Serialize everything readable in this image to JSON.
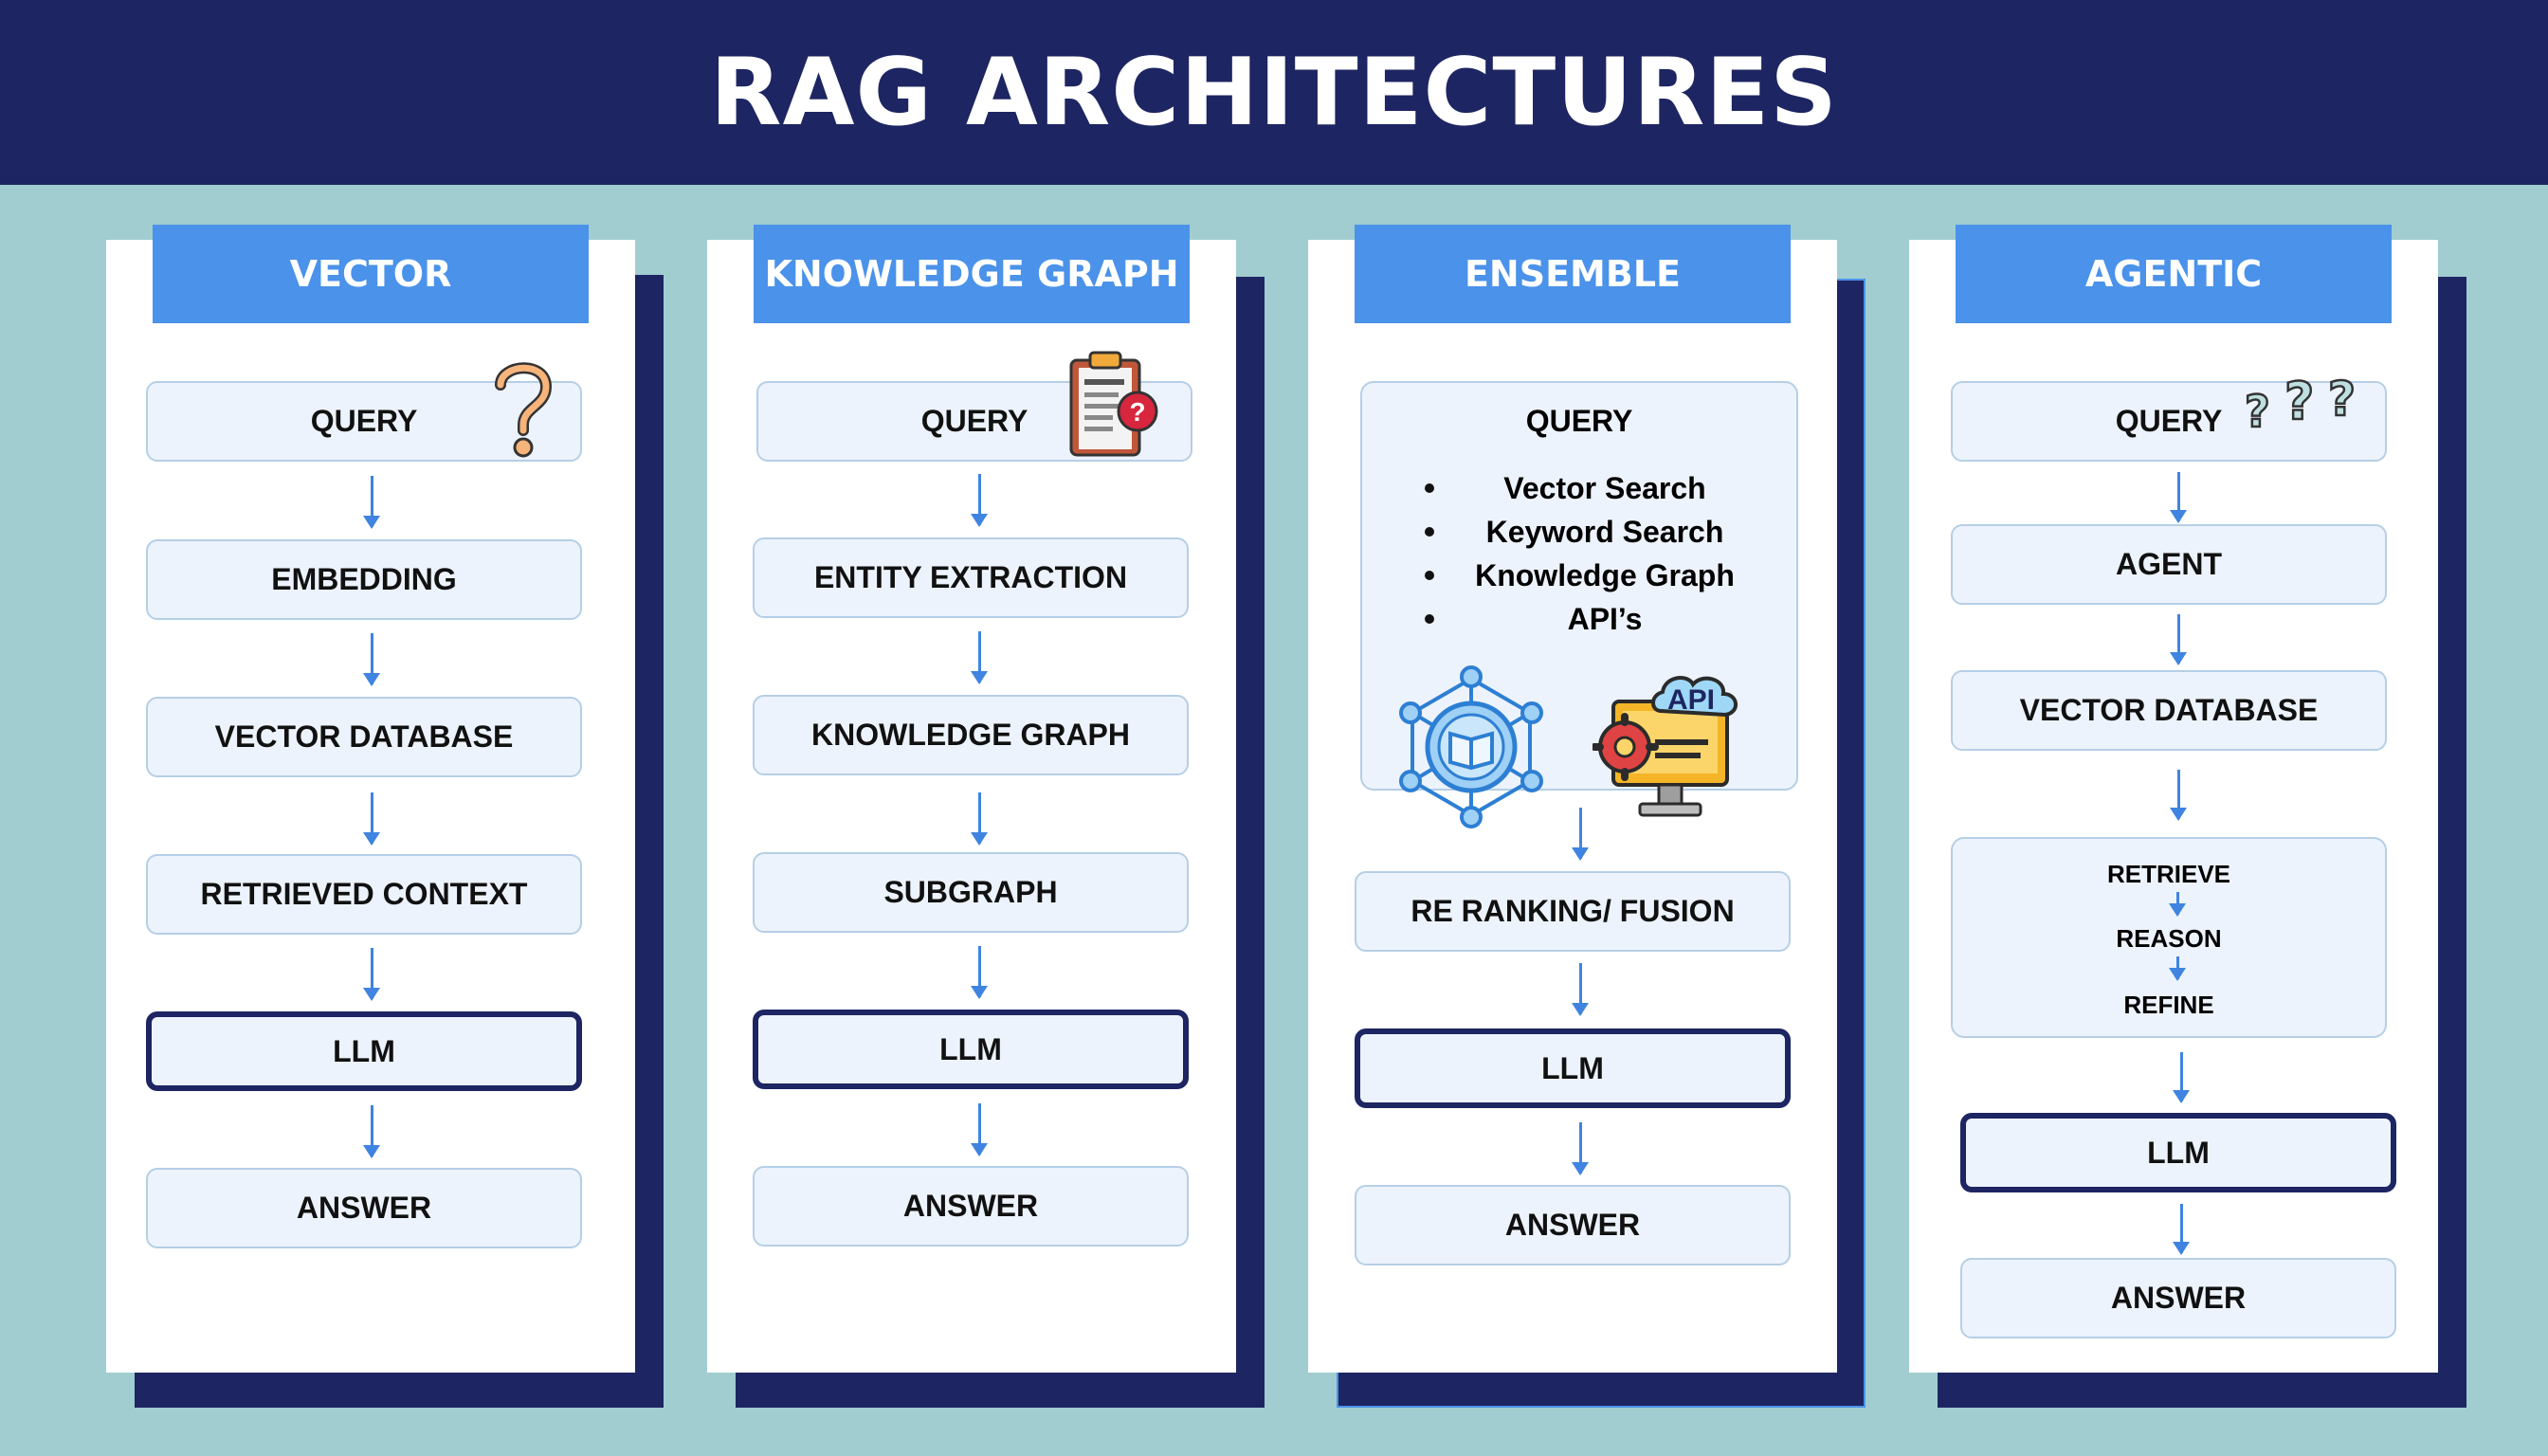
{
  "header": {
    "title": "RAG ARCHITECTURES"
  },
  "columns": [
    {
      "title": "VECTOR",
      "steps": [
        "QUERY",
        "EMBEDDING",
        "VECTOR DATABASE",
        "RETRIEVED CONTEXT",
        "LLM",
        "ANSWER"
      ]
    },
    {
      "title": "KNOWLEDGE GRAPH",
      "steps": [
        "QUERY",
        "ENTITY EXTRACTION",
        "KNOWLEDGE GRAPH",
        "SUBGRAPH",
        "LLM",
        "ANSWER"
      ]
    },
    {
      "title": "ENSEMBLE",
      "query": "QUERY",
      "sources": [
        "Vector Search",
        "Keyword Search",
        "Knowledge Graph",
        "API’s"
      ],
      "api_label": "API",
      "steps": [
        "RE RANKING/ FUSION",
        "LLM",
        "ANSWER"
      ]
    },
    {
      "title": "AGENTIC",
      "steps": [
        "QUERY",
        "AGENT",
        "VECTOR DATABASE"
      ],
      "loop": [
        "RETRIEVE",
        "REASON",
        "REFINE"
      ],
      "final_steps": [
        "LLM",
        "ANSWER"
      ]
    }
  ],
  "colors": {
    "navy": "#1d2562",
    "accent": "#4a92ea",
    "background": "#a1cdd0",
    "box_fill": "#edf3fc",
    "arrow": "#3f84e0"
  },
  "icons": [
    "question-mark-icon",
    "clipboard-question-icon",
    "knowledge-network-icon",
    "api-monitor-icon",
    "question-marks-icon"
  ]
}
